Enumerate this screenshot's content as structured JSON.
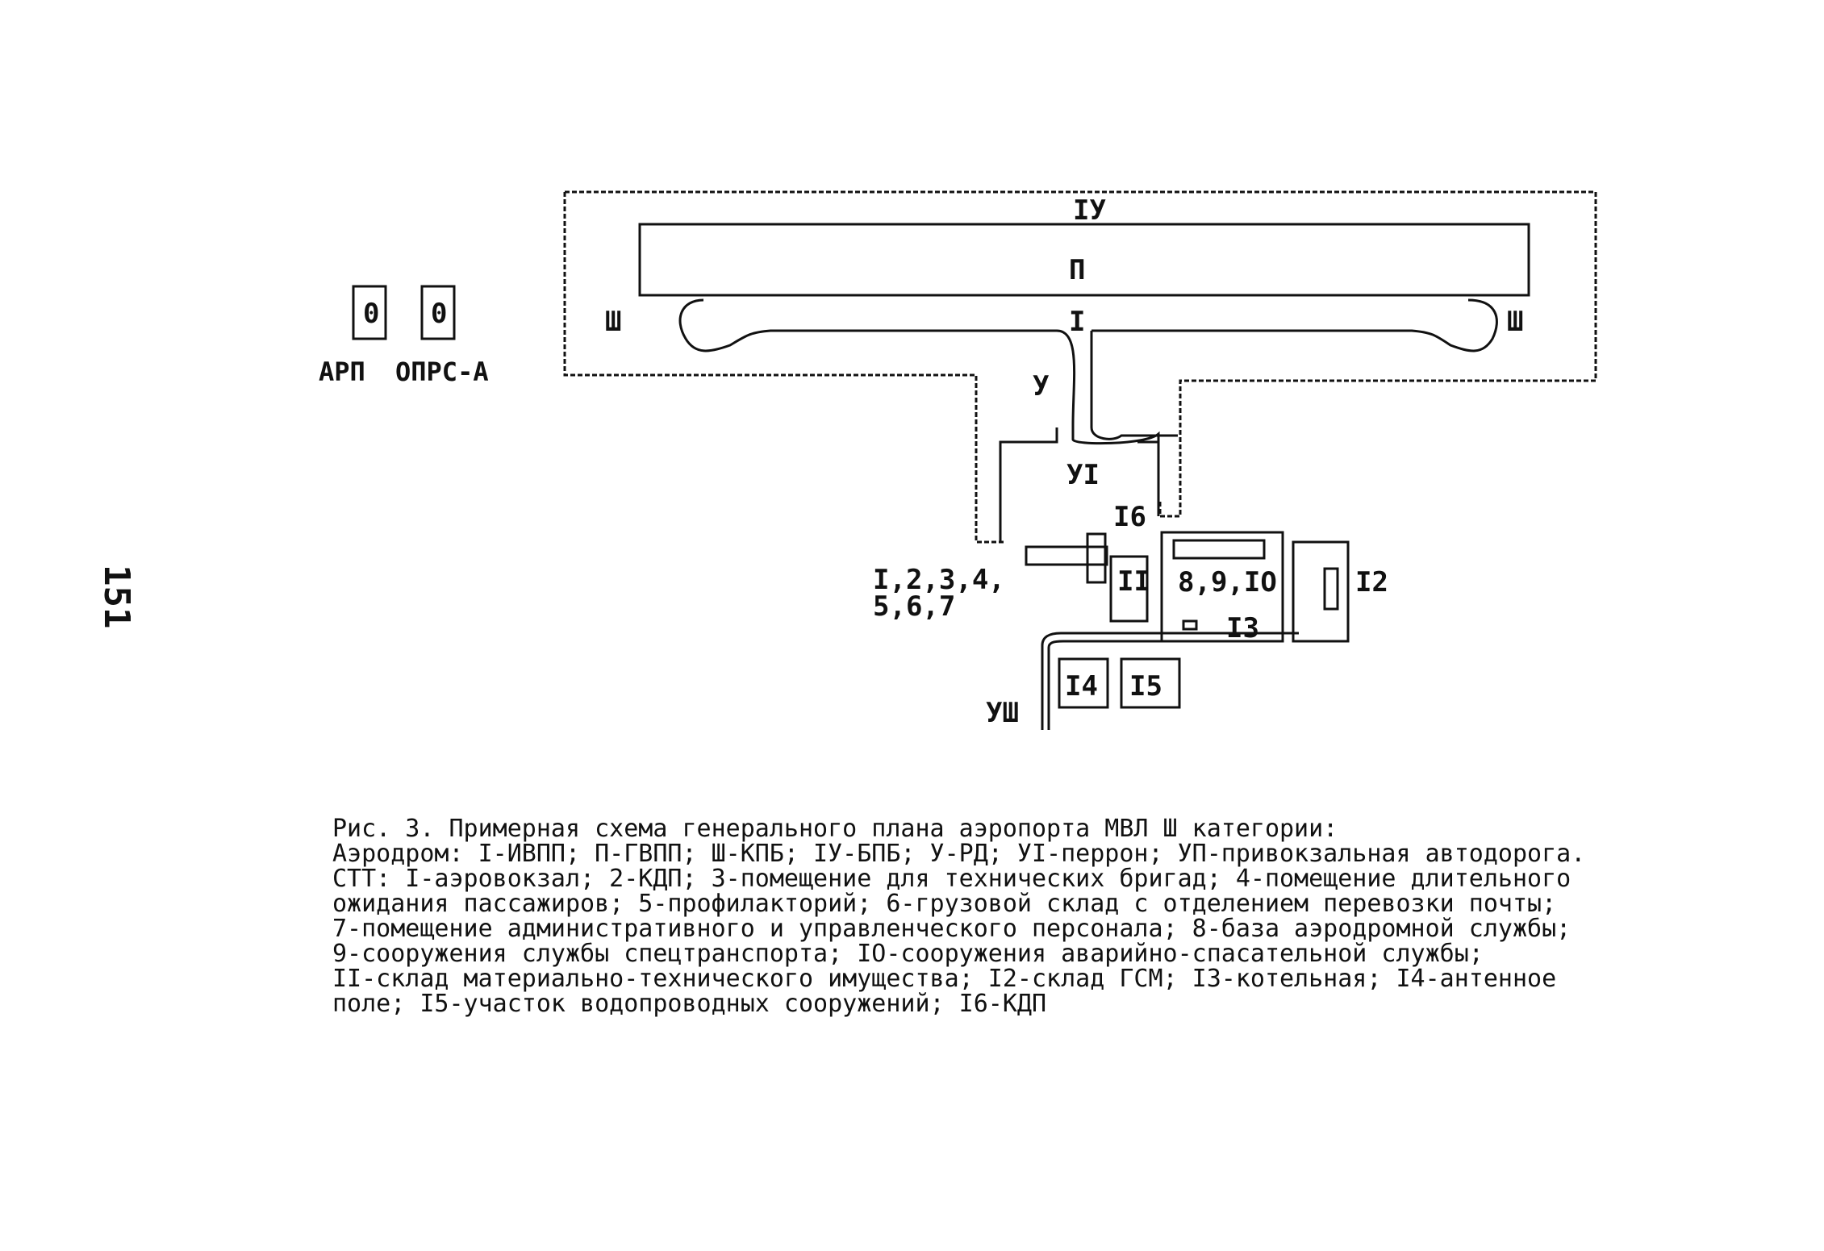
{
  "page_number": "151",
  "labels": {
    "runway_strip": "IУ",
    "main_runway": "П",
    "runway_i": "I",
    "blast_pad_left": "Ш",
    "blast_pad_right": "Ш",
    "taxiway": "У",
    "apron": "УI",
    "kdp": "I6",
    "terminal_group": "I,2,3,4,",
    "terminal_group_2": "5,6,7",
    "warehouse": "II",
    "service_group": "8,9,IO",
    "fuel_store": "I2",
    "boiler": "I3",
    "antenna": "I4",
    "water": "I5",
    "road": "УШ",
    "arp": "АРП",
    "oprs": "ОПРС-А",
    "arp_inner": "0",
    "oprs_inner": "0"
  },
  "caption": {
    "line1": "Рис. 3. Примерная схема генерального плана аэропорта МВЛ Ш категории:",
    "line2": "Аэродром: I-ИВПП; П-ГВПП; Ш-КПБ; IУ-БПБ; У-РД; УI-перрон; УП-привокзальная автодорога.",
    "line3": "СТТ: I-аэровокзал; 2-КДП; 3-помещение для технических бригад; 4-помещение длительного",
    "line4": "ожидания пассажиров; 5-профилакторий; 6-грузовой склад с отделением перевозки почты;",
    "line5": "7-помещение административного и управленческого персонала; 8-база аэродромной службы;",
    "line6": "9-сооружения службы спецтранспорта; IO-сооружения аварийно-спасательной службы;",
    "line7": "II-склад материально-технического имущества; I2-склад ГСМ; I3-котельная; I4-антенное",
    "line8": "поле; I5-участок водопроводных сооружений; I6-КДП"
  }
}
